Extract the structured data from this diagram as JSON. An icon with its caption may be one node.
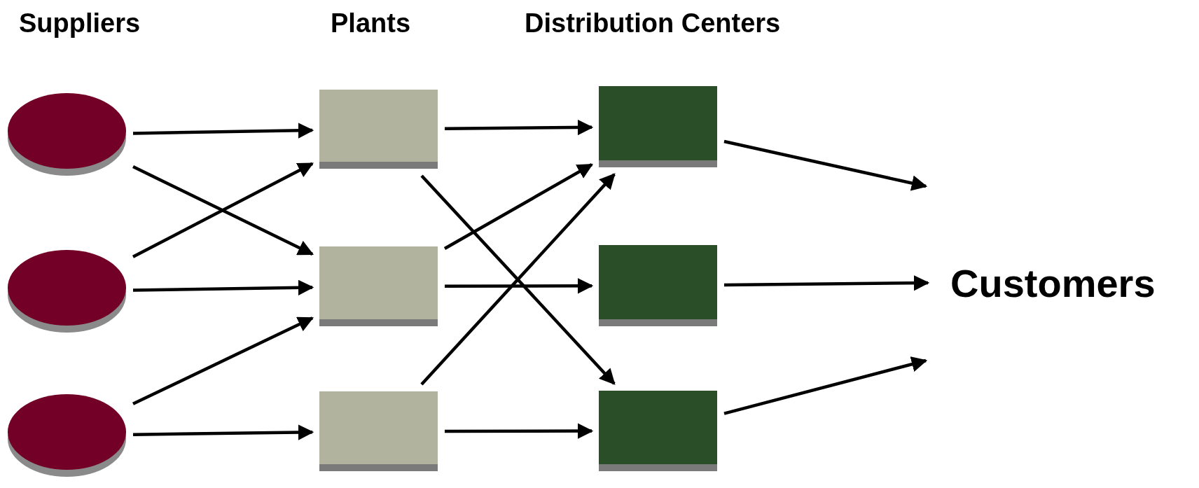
{
  "diagram": {
    "nodes": [
      {
        "text": [],
        "shape": "circle"
      },
      {
        "text": [],
        "shape": "circle"
      },
      {
        "text": [],
        "shape": "circle"
      },
      {
        "text": [],
        "shape": "box"
      },
      {
        "text": [],
        "shape": "box"
      },
      {
        "text": [],
        "shape": "box"
      },
      {
        "text": [],
        "shape": "box"
      },
      {
        "text": [],
        "shape": "box"
      },
      {
        "text": [],
        "shape": "box"
      },
      {
        "text": [
          "Customers"
        ]
      }
    ],
    "edges": [
      {
        "from": 0,
        "to": 3,
        "arrow": "to"
      },
      {
        "from": 0,
        "to": 4,
        "arrow": "to"
      },
      {
        "from": 1,
        "to": 3,
        "arrow": "to"
      },
      {
        "from": 1,
        "to": 4,
        "arrow": "to"
      },
      {
        "from": 2,
        "to": 4,
        "arrow": "to"
      },
      {
        "from": 2,
        "to": 5,
        "arrow": "to"
      },
      {
        "from": 3,
        "to": 6,
        "arrow": "to"
      },
      {
        "from": 3,
        "to": 8,
        "arrow": "to"
      },
      {
        "from": 4,
        "to": 6,
        "arrow": "to"
      },
      {
        "from": 4,
        "to": 7,
        "arrow": "to"
      },
      {
        "from": 5,
        "to": 6,
        "arrow": "to"
      },
      {
        "from": 5,
        "to": 8,
        "arrow": "to"
      },
      {
        "from": 6,
        "to": 9,
        "arrow": "to"
      },
      {
        "from": 7,
        "to": 9,
        "arrow": "to"
      },
      {
        "from": 8,
        "to": 9,
        "arrow": "to"
      }
    ],
    "labels": [
      "Suppliers",
      "Plants",
      "Distribution Centers"
    ]
  }
}
